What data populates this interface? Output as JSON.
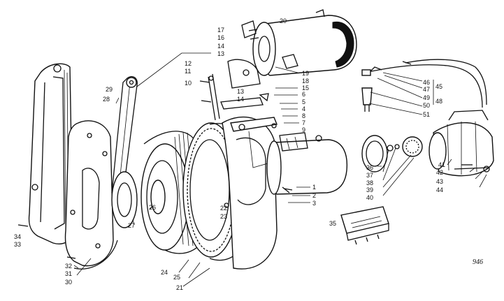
{
  "labels": [
    "1",
    "2",
    "3",
    "4",
    "5",
    "6",
    "7",
    "8",
    "9",
    "10",
    "11",
    "12",
    "13",
    "13",
    "14",
    "14",
    "15",
    "16",
    "17",
    "18",
    "19",
    "20",
    "21",
    "22",
    "23",
    "24",
    "25",
    "26",
    "27",
    "28",
    "29",
    "30",
    "31",
    "32",
    "33",
    "34",
    "35",
    "36",
    "37",
    "38",
    "39",
    "40",
    "41",
    "42",
    "43",
    "44",
    "45",
    "46",
    "47",
    "48",
    "49",
    "50",
    "51"
  ],
  "signature": "946"
}
